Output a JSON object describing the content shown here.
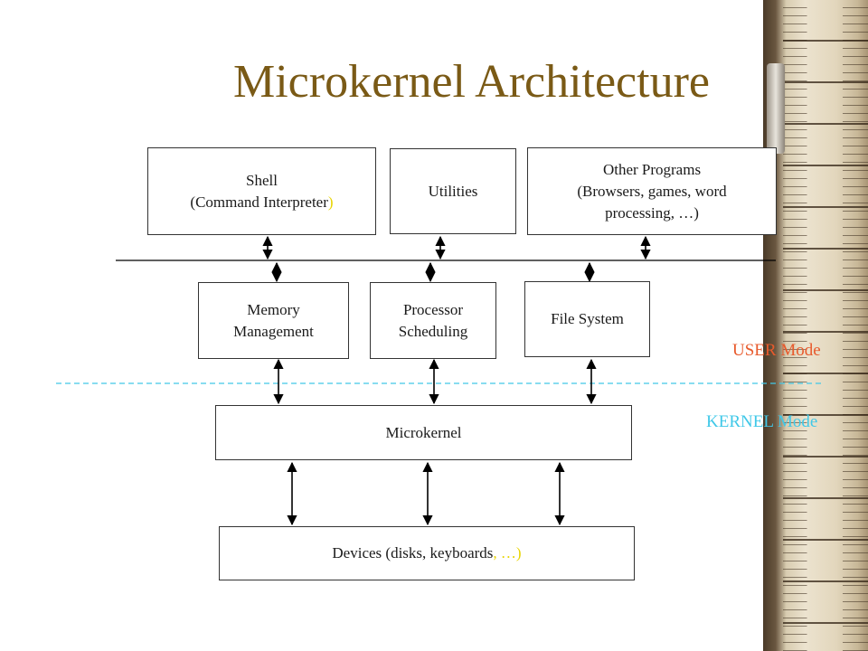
{
  "slide": {
    "title": "Microkernel Architecture"
  },
  "user_programs": {
    "shell": {
      "line1": "Shell",
      "line2_main": "(Command Interpreter",
      "line2_end": ")"
    },
    "utilities": "Utilities",
    "other": {
      "line1": "Other Programs",
      "line2": "(Browsers, games, word",
      "line3": "processing, …)"
    }
  },
  "servers": {
    "memory": {
      "line1": "Memory",
      "line2": "Management"
    },
    "processor": {
      "line1": "Processor",
      "line2": "Scheduling"
    },
    "filesystem": "File System"
  },
  "kernel": {
    "microkernel": "Microkernel"
  },
  "devices": {
    "main": "Devices (disks, keyboards",
    "end": ", …)"
  },
  "modes": {
    "user": "USER Mode",
    "kernel": "KERNEL Mode"
  },
  "colors": {
    "title": "#7a5a16",
    "user_mode": "#e85a2c",
    "kernel_mode": "#40c8e8",
    "highlight": "#e8d400",
    "divider_dashed": "#40c8e8"
  },
  "icons": {
    "ruler": "wooden-ruler-decoration"
  }
}
